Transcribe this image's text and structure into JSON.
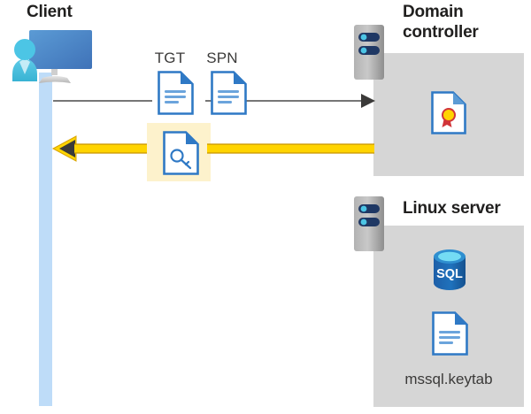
{
  "diagram": {
    "title_client": "Client",
    "title_domain_controller": "Domain\ncontroller",
    "title_domain_controller_line1": "Domain",
    "title_domain_controller_line2": "controller",
    "title_linux_server": "Linux server",
    "labels": {
      "tgt": "TGT",
      "spn": "SPN",
      "keytab_file": "mssql.keytab"
    },
    "icons": {
      "client": "user-computer-icon",
      "domain_controller_server": "server-rack-icon",
      "linux_server": "server-rack-icon",
      "tgt_document": "document-icon",
      "spn_document": "document-icon",
      "key_document": "key-document-icon",
      "certificate_document": "certificate-document-icon",
      "sql_database": "sql-database-icon",
      "keytab_document": "document-icon"
    },
    "arrows": [
      {
        "name": "request-arrow",
        "direction": "right",
        "from": "Client",
        "to": "Domain controller",
        "style": "thin-gray",
        "color": "#494949",
        "carries": [
          "TGT",
          "SPN"
        ]
      },
      {
        "name": "response-arrow",
        "direction": "left",
        "from": "Domain controller",
        "to": "Client",
        "style": "thick-yellow",
        "color": "#ffd400",
        "carries": [
          "service-ticket"
        ]
      }
    ],
    "colors": {
      "panel_gray": "#d6d6d6",
      "lifeline_blue": "#bedcf8",
      "highlight_yellow": "#fdf2cc",
      "arrow_yellow": "#ffd400",
      "arrow_gray": "#494949",
      "doc_blue": "#2f79c5",
      "title_text": "#201f1e",
      "sql_blue": "#0f6cbd"
    }
  }
}
